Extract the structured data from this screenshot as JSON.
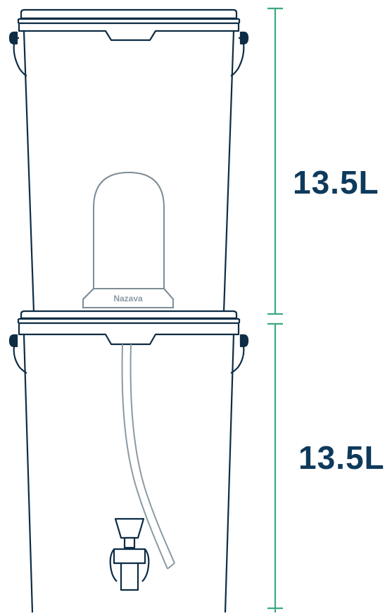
{
  "brand_label": "Nazava",
  "capacity": {
    "upper_tank": "13.5L",
    "lower_tank": "13.5L"
  },
  "colors": {
    "outline": "#0e2d45",
    "filter_element": "#7d8d97",
    "tube": "#8a9aa3",
    "dimension_line": "#3daa7e",
    "capacity_text": "#0e3a5c"
  },
  "icons": {
    "tap": "water-tap-icon"
  }
}
